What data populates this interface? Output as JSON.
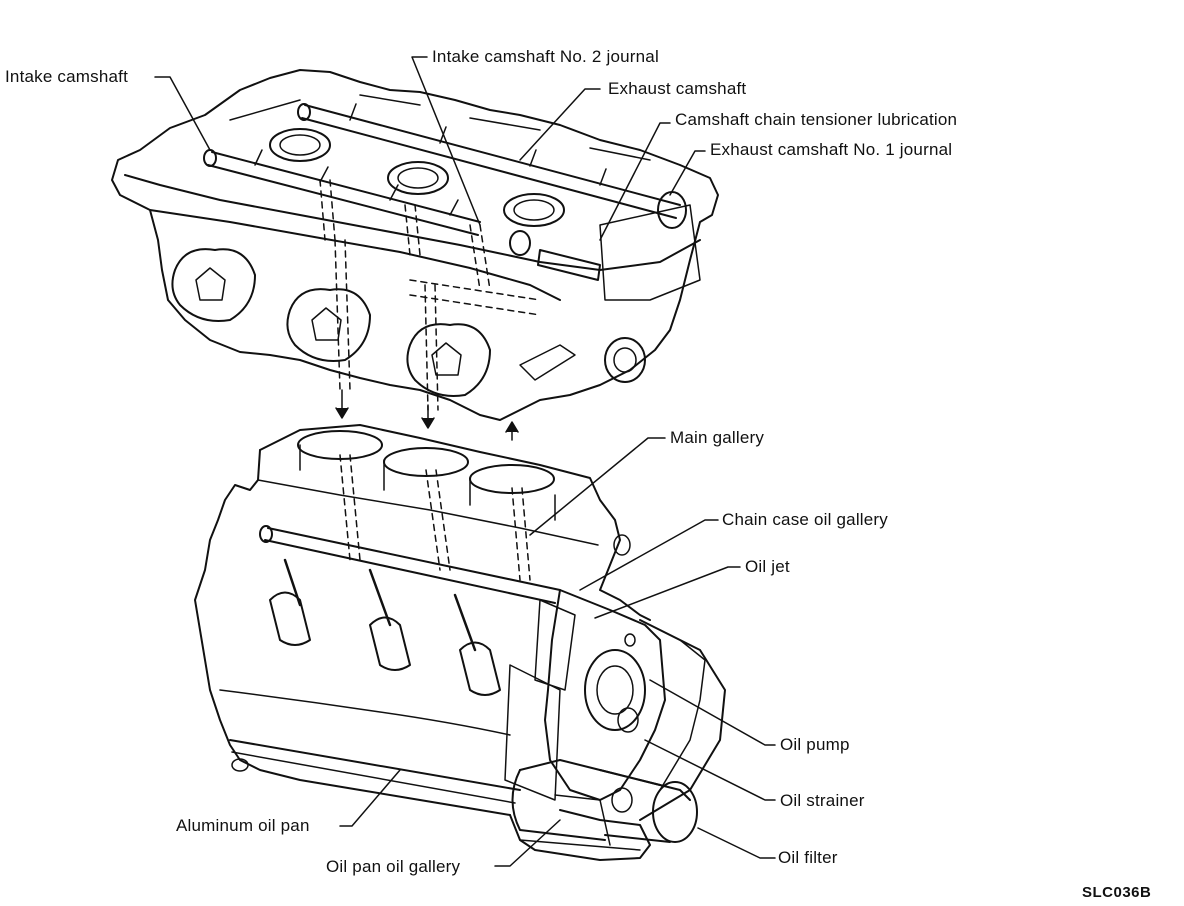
{
  "labels": {
    "intake_camshaft": "Intake camshaft",
    "intake_no2_journal": "Intake camshaft No. 2 journal",
    "exhaust_camshaft": "Exhaust camshaft",
    "tensioner_lubrication": "Camshaft chain tensioner lubrication",
    "exhaust_no1_journal": "Exhaust camshaft No. 1 journal",
    "main_gallery": "Main gallery",
    "chain_case_oil_gallery": "Chain case oil gallery",
    "oil_jet": "Oil jet",
    "oil_pump": "Oil pump",
    "oil_strainer": "Oil strainer",
    "oil_filter": "Oil filter",
    "aluminum_oil_pan": "Aluminum oil pan",
    "oil_pan_oil_gallery": "Oil pan oil gallery"
  },
  "figure_code": "SLC036B",
  "colors": {
    "ink": "#111111",
    "background": "#ffffff"
  }
}
